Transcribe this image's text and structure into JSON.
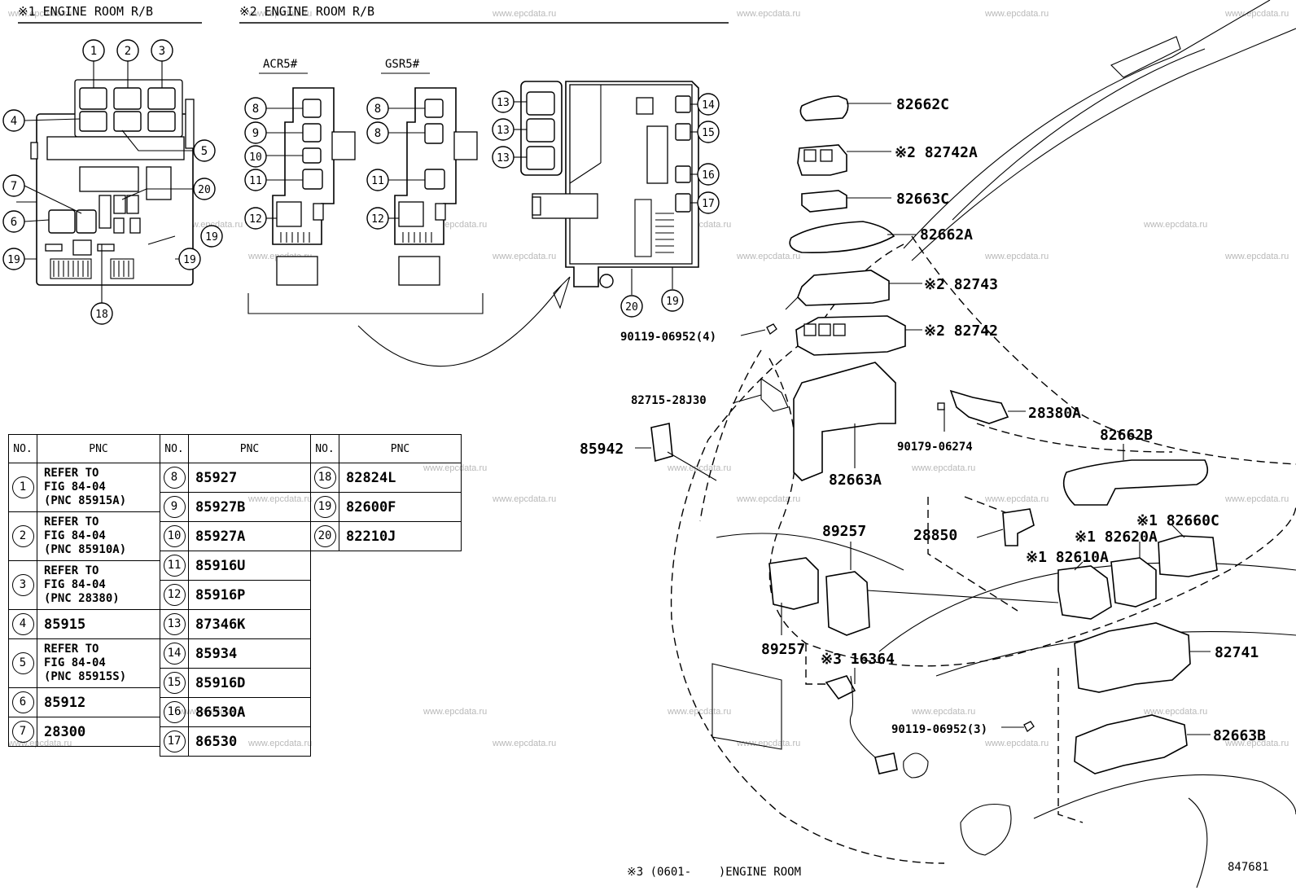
{
  "headings": {
    "box1": "※1 ENGINE ROOM R/B",
    "box2": "※2 ENGINE ROOM R/B",
    "variant_a": "ACR5#",
    "variant_b": "GSR5#",
    "footnote": "※3 (0601-    )ENGINE ROOM",
    "diagram_id": "847681"
  },
  "watermark": "www.epcdata.ru",
  "callouts": {
    "c1": "1",
    "c2": "2",
    "c3": "3",
    "c4": "4",
    "c5": "5",
    "c6": "6",
    "c7": "7",
    "c8": "8",
    "c9": "9",
    "c10": "10",
    "c11": "11",
    "c12": "12",
    "c13": "13",
    "c14": "14",
    "c15": "15",
    "c16": "16",
    "c17": "17",
    "c18": "18",
    "c19": "19",
    "c20": "20"
  },
  "labels": {
    "l82662C": "82662C",
    "l82742A": "※2 82742A",
    "l82663C": "82663C",
    "l82662A": "82662A",
    "l82743": "※2 82743",
    "l82742": "※2 82742",
    "l90119a": "90119-06952(4)",
    "l82715": "82715-28J30",
    "l28380A": "28380A",
    "l90179": "90179-06274",
    "l82662B": "82662B",
    "l85942": "85942",
    "l82663A": "82663A",
    "l89257a": "89257",
    "l28850": "28850",
    "l82620A": "※1 82620A",
    "l82660C": "※1 82660C",
    "l82610A": "※1 82610A",
    "l89257b": "89257",
    "l16364": "※3 16364",
    "l82741": "82741",
    "l90119b": "90119-06952(3)",
    "l82663B": "82663B"
  },
  "table": {
    "col_no": "NO.",
    "col_pnc": "PNC",
    "rows_a": [
      {
        "no": "1",
        "pnc": "REFER TO\nFIG 84-04\n(PNC 85915A)"
      },
      {
        "no": "2",
        "pnc": "REFER TO\nFIG 84-04\n(PNC 85910A)"
      },
      {
        "no": "3",
        "pnc": "REFER TO\nFIG 84-04\n(PNC 28380)"
      },
      {
        "no": "4",
        "pnc": "85915"
      },
      {
        "no": "5",
        "pnc": "REFER TO\nFIG 84-04\n(PNC 85915S)"
      },
      {
        "no": "6",
        "pnc": "85912"
      },
      {
        "no": "7",
        "pnc": "28300"
      }
    ],
    "rows_b": [
      {
        "no": "8",
        "pnc": "85927"
      },
      {
        "no": "9",
        "pnc": "85927B"
      },
      {
        "no": "10",
        "pnc": "85927A"
      },
      {
        "no": "11",
        "pnc": "85916U"
      },
      {
        "no": "12",
        "pnc": "85916P"
      },
      {
        "no": "13",
        "pnc": "87346K"
      },
      {
        "no": "14",
        "pnc": "85934"
      },
      {
        "no": "15",
        "pnc": "85916D"
      },
      {
        "no": "16",
        "pnc": "86530A"
      },
      {
        "no": "17",
        "pnc": "86530"
      }
    ],
    "rows_c": [
      {
        "no": "18",
        "pnc": "82824L"
      },
      {
        "no": "19",
        "pnc": "82600F"
      },
      {
        "no": "20",
        "pnc": "82210J"
      }
    ]
  }
}
